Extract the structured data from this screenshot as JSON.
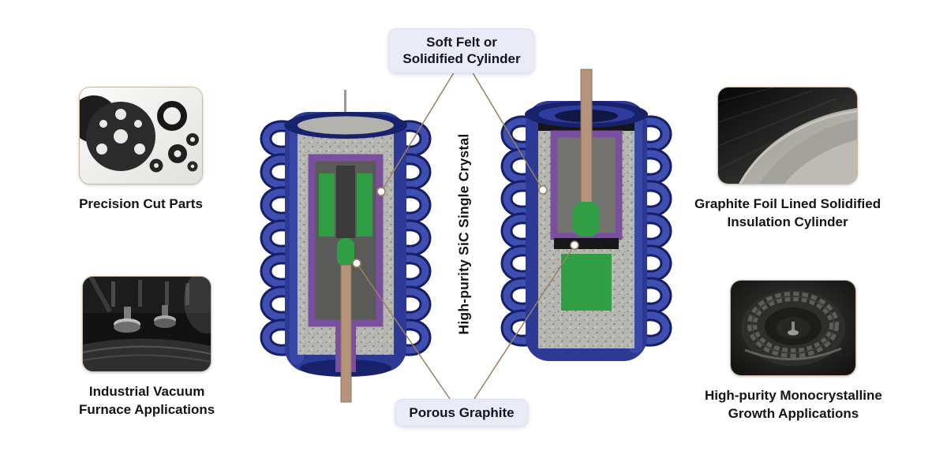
{
  "callouts": {
    "top_badge": "Soft Felt or\nSolidified Cylinder",
    "bottom_badge": "Porous Graphite",
    "center_vertical": "High-purity SiC Single Crystal"
  },
  "corner_items": {
    "top_left": {
      "caption": "Precision Cut Parts"
    },
    "bottom_left": {
      "caption": "Industrial Vacuum\nFurnace Applications"
    },
    "top_right": {
      "caption": "Graphite Foil Lined Solidified\nInsulation Cylinder"
    },
    "bottom_right": {
      "caption": "High-purity Monocrystalline\nGrowth Applications"
    }
  },
  "colors": {
    "badge_bg": "#e9ebf7",
    "shell_blue": "#2c3a96",
    "shell_dark_blue": "#18216b",
    "coil_blue": "#3f4fb0",
    "insulation_gray": "#b7b7b2",
    "crucible_purple": "#7b4fa0",
    "crystal_green": "#2f9e44",
    "rod_tan": "#b5947b",
    "connector_brown": "#9b7f60",
    "text": "#141414"
  }
}
